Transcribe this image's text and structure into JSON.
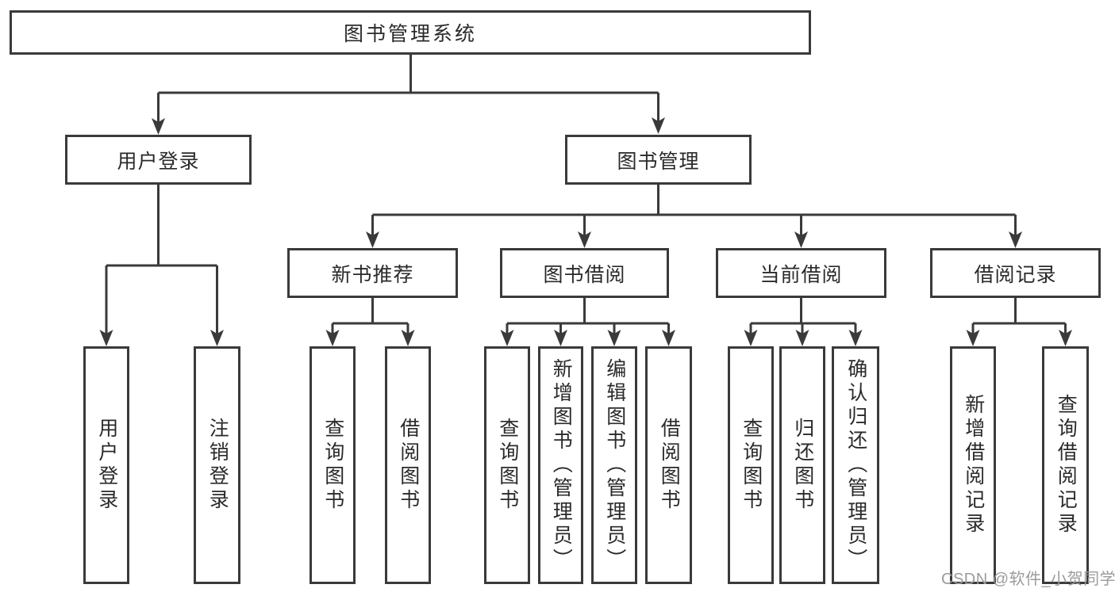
{
  "diagram": {
    "title": "图书管理系统",
    "level2": {
      "user_login": "用户登录",
      "book_management": "图书管理"
    },
    "level3": {
      "new_book_recommend": "新书推荐",
      "book_borrow": "图书借阅",
      "current_borrow": "当前借阅",
      "borrow_records": "借阅记录"
    },
    "leaves": {
      "user_login": [
        "用户登录",
        "注销登录"
      ],
      "new_book_recommend": [
        "查询图书",
        "借阅图书"
      ],
      "book_borrow": [
        "查询图书",
        "新增图书（管理员）",
        "编辑图书（管理员）",
        "借阅图书"
      ],
      "current_borrow": [
        "查询图书",
        "归还图书",
        "确认归还（管理员）"
      ],
      "borrow_records": [
        "新增借阅记录",
        "查询借阅记录"
      ]
    }
  },
  "watermark": {
    "text": "CSDN @软件_小贺同学"
  },
  "colors": {
    "line": "#3a3a3a",
    "border": "#3a3a3a",
    "fill": "#ffffff",
    "text": "#2a2a2a",
    "background": "#ffffff",
    "watermark": "#9b9b9b"
  }
}
